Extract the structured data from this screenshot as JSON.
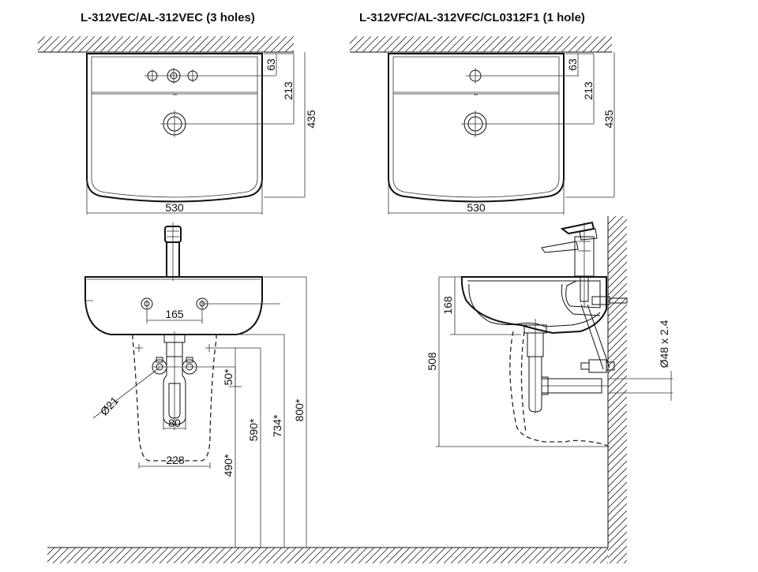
{
  "titles": {
    "left": "L-312VEC/AL-312VEC (3 holes)",
    "right": "L-312VFC/AL-312VFC/CL0312F1 (1 hole)"
  },
  "dimensions": {
    "top_left": {
      "d63": "63",
      "d213": "213",
      "d435": "435",
      "d530": "530"
    },
    "top_right": {
      "d63": "63",
      "d213": "213",
      "d435": "435",
      "d530": "530"
    },
    "front": {
      "d165": "165",
      "d21": "Ø21",
      "d50": "50*",
      "d80": "80",
      "d228": "228",
      "d490": "490*",
      "d590": "590*",
      "d734": "734*",
      "d800": "800*"
    },
    "side": {
      "d168": "168",
      "d508": "508",
      "d48": "Ø48 x 2.4"
    }
  },
  "colors": {
    "ink": "#111111",
    "background": "#ffffff"
  }
}
